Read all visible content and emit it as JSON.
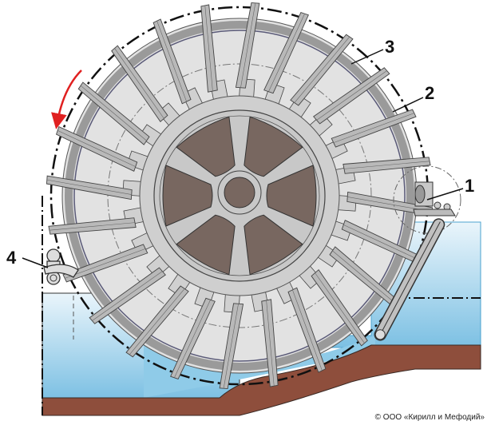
{
  "diagram": {
    "labels": [
      "1",
      "2",
      "3",
      "4"
    ],
    "copyright": "© ООО «Кирилл и Мефодий»",
    "blade_count": 24,
    "colors": {
      "water_top": "#eaf5fb",
      "water_bottom": "#7cc0e3",
      "ground": "#8e4e3c",
      "wheel_fill": "#e2e2e2",
      "blade": "#b9b9b9",
      "hub_window": "#786760",
      "arrow": "#e02020"
    }
  }
}
